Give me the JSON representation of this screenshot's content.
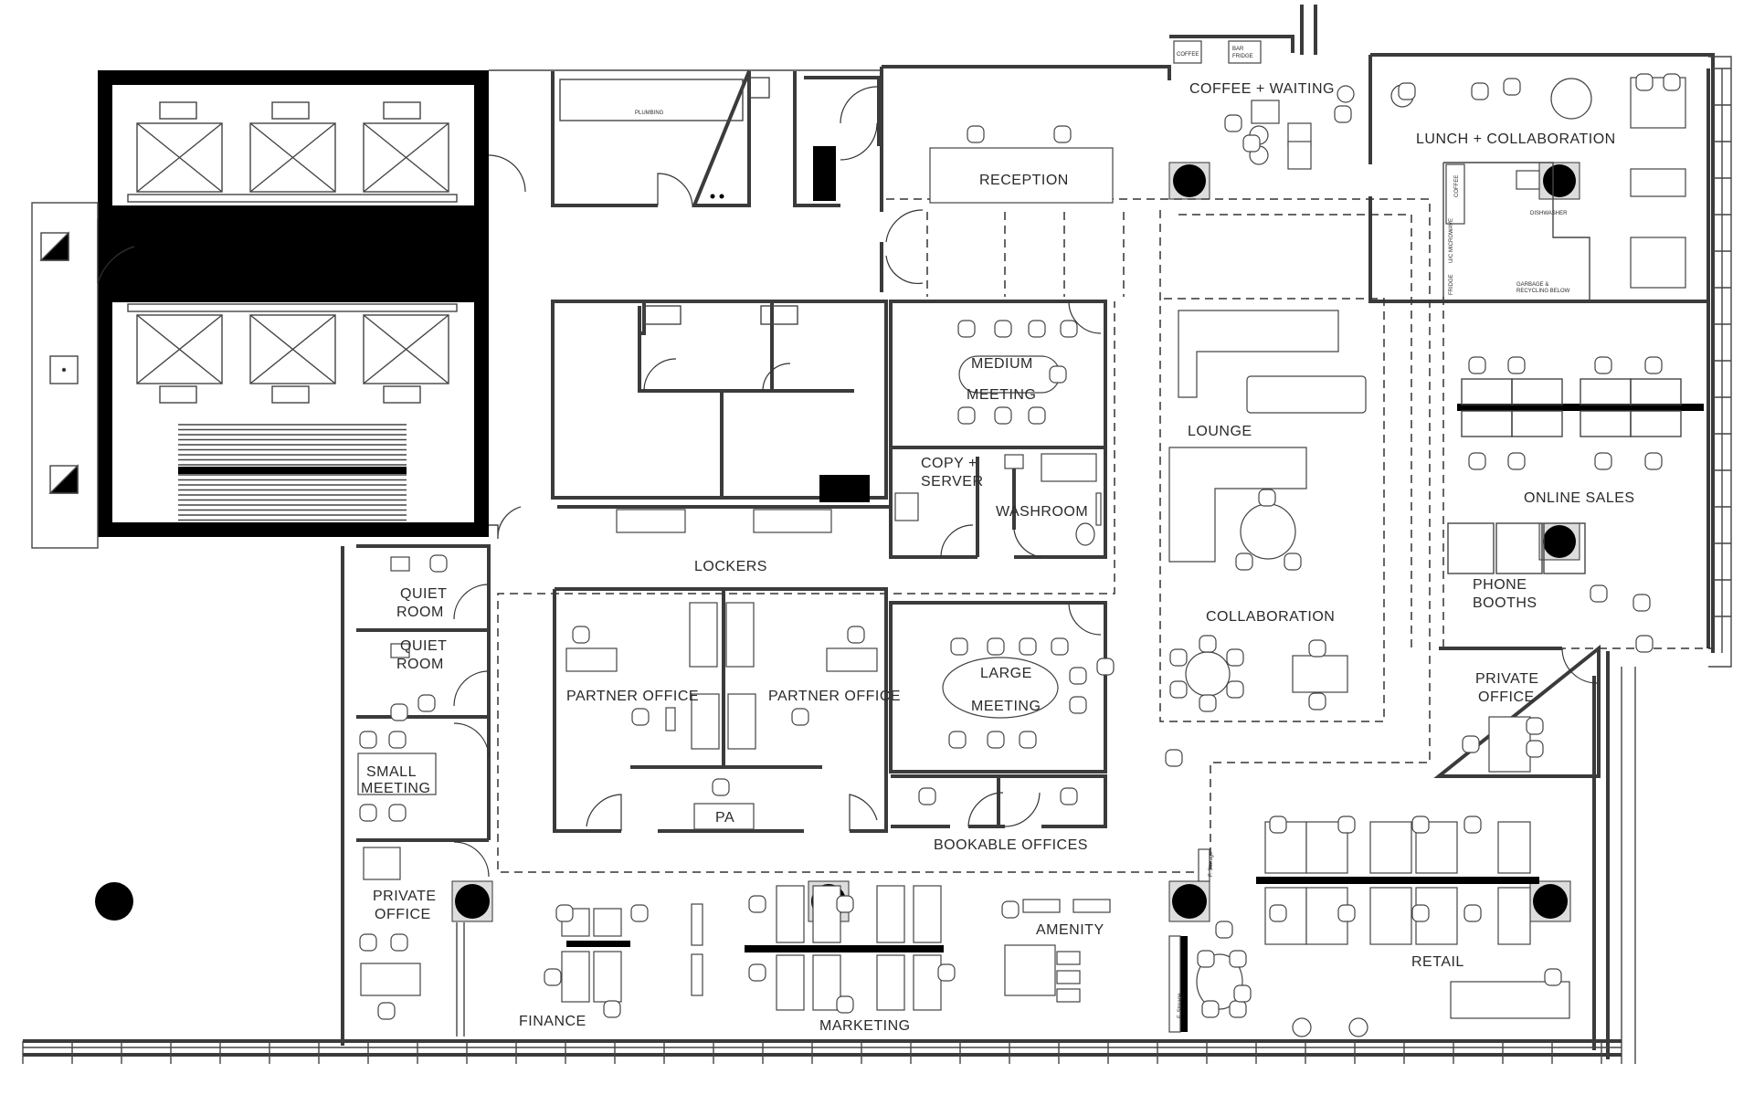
{
  "plan": {
    "rooms": {
      "coffee_waiting": "COFFEE + WAITING",
      "reception": "RECEPTION",
      "lunch_collab": "LUNCH + COLLABORATION",
      "medium_meeting_1": "MEDIUM",
      "medium_meeting_2": "MEETING",
      "lounge": "LOUNGE",
      "online_sales": "ONLINE SALES",
      "copy_server_1": "COPY +",
      "copy_server_2": "SERVER",
      "washroom": "WASHROOM",
      "lockers": "LOCKERS",
      "quiet_room_a_1": "QUIET",
      "quiet_room_a_2": "ROOM",
      "quiet_room_b_1": "QUIET",
      "quiet_room_b_2": "ROOM",
      "partner_office_left": "PARTNER OFFICE",
      "partner_office_right": "PARTNER OFFICE",
      "large_meeting_1": "LARGE",
      "large_meeting_2": "MEETING",
      "collaboration": "COLLABORATION",
      "phone_booths_1": "PHONE",
      "phone_booths_2": "BOOTHS",
      "private_office_right_1": "PRIVATE",
      "private_office_right_2": "OFFICE",
      "small_meeting_1": "SMALL",
      "small_meeting_2": "MEETING",
      "pa": "PA",
      "bookable_offices": "BOOKABLE OFFICES",
      "private_office_left_1": "PRIVATE",
      "private_office_left_2": "OFFICE",
      "amenity": "AMENITY",
      "finance": "FINANCE",
      "marketing": "MARKETING",
      "retail": "RETAIL"
    },
    "fixtures": {
      "plumbing": "PLUMBING",
      "coffee": "COFFEE",
      "bar_fridge_1": "BAR",
      "bar_fridge_2": "FRIDGE",
      "coffee_counter": "COFFEE",
      "dishwasher": "DISHWASHER",
      "microwave": "U/C MICROWAVE",
      "fridge": "FRIDGE",
      "garbage_1": "GARBAGE &",
      "garbage_2": "RECYCLING BELOW",
      "storage_a": "F. Storage",
      "storage_b": "F. Storage"
    }
  }
}
